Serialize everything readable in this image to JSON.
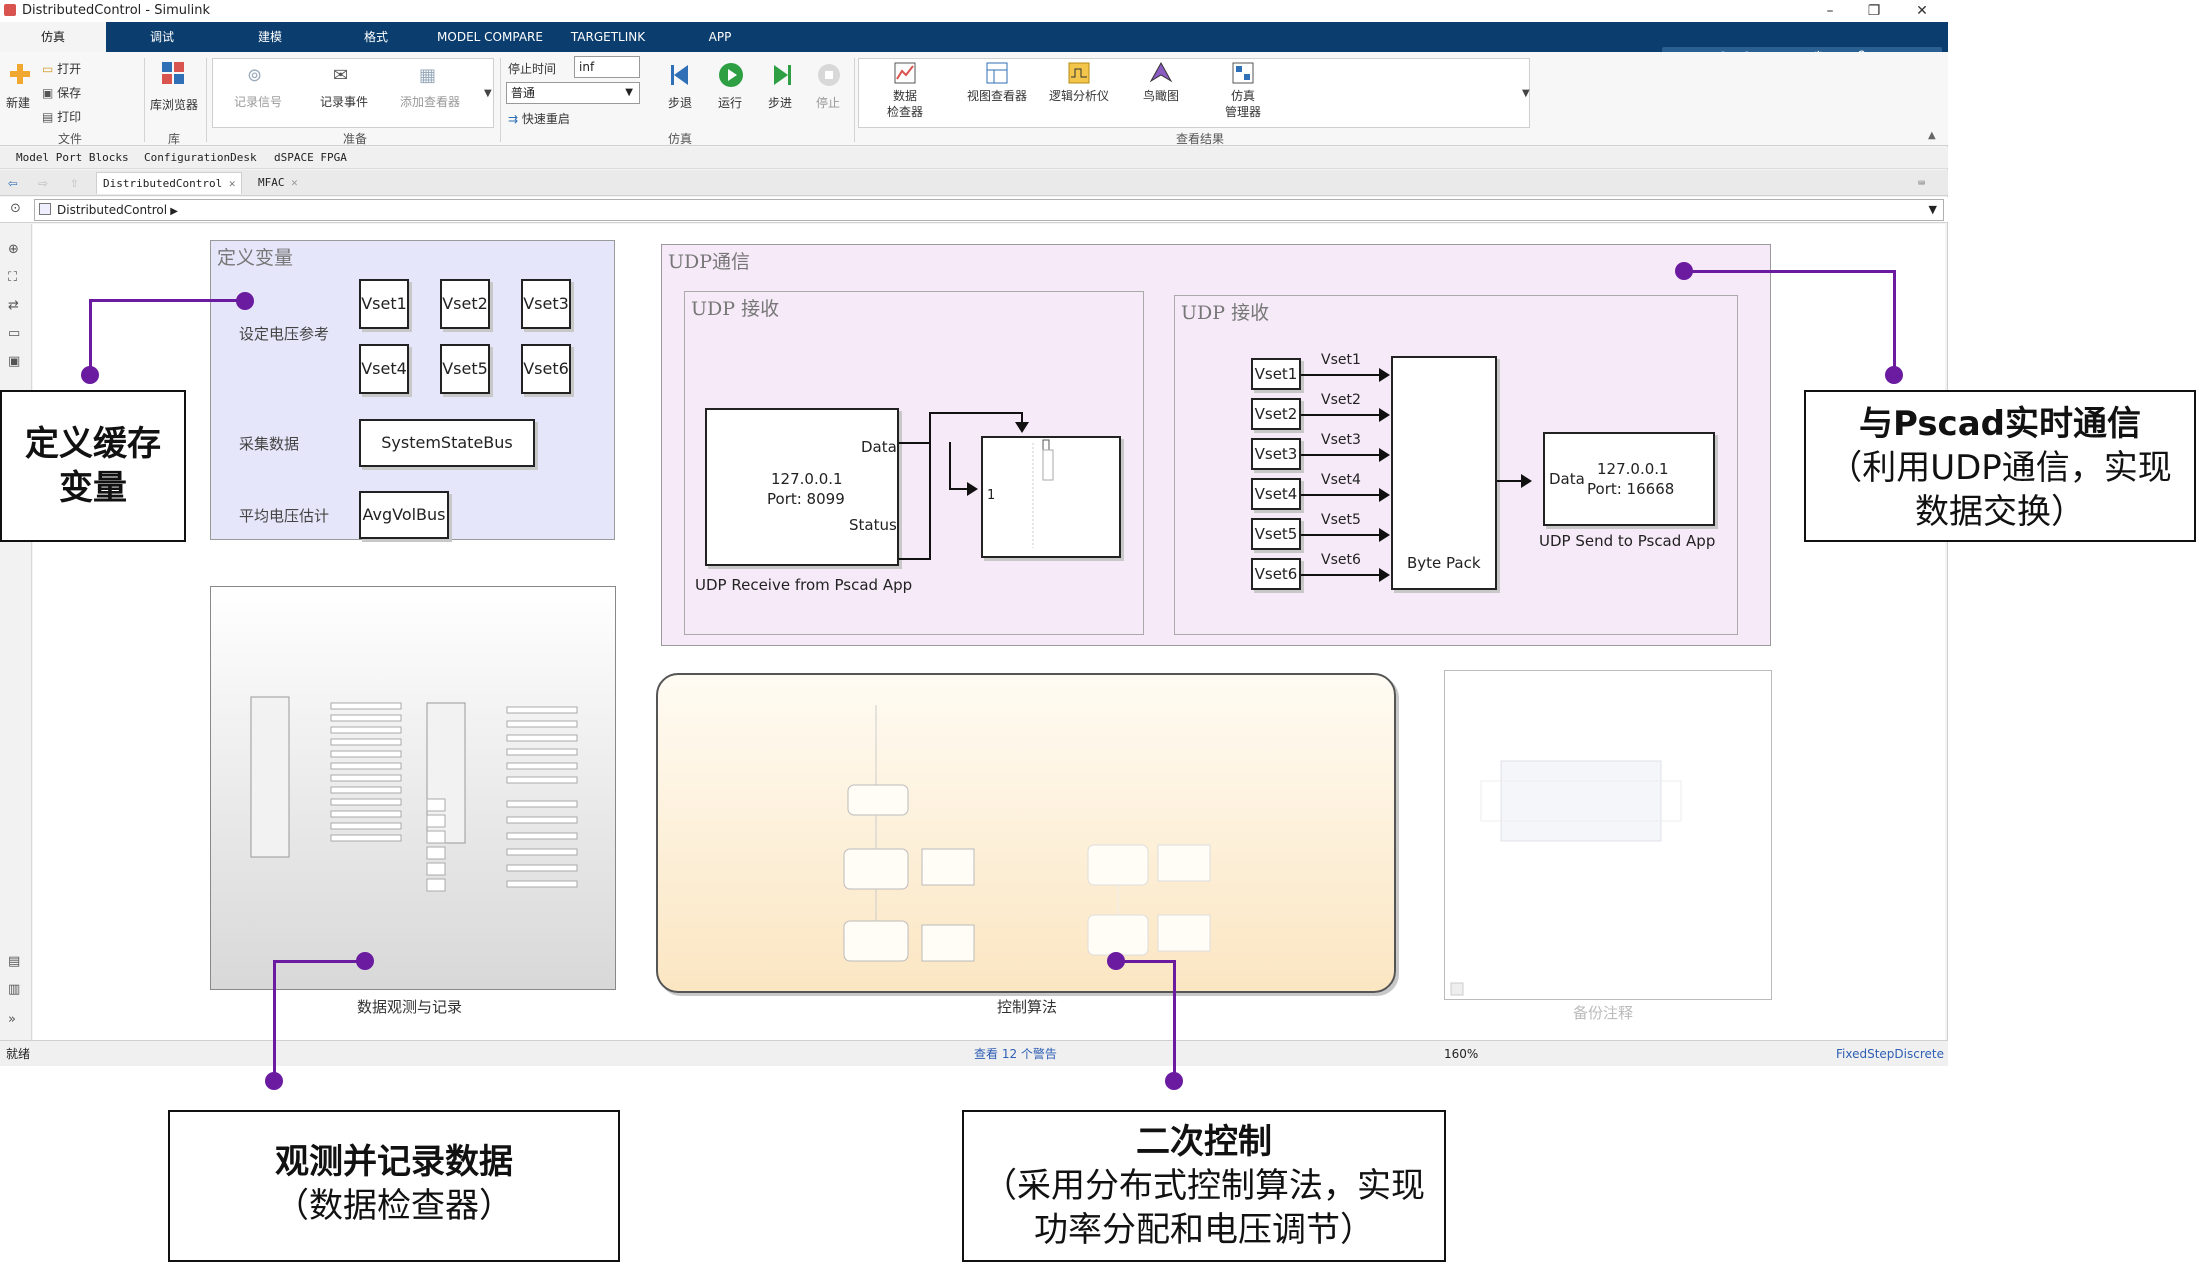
{
  "window": {
    "title": "DistributedControl - Simulink",
    "min_glyph": "–",
    "restore_glyph": "❐",
    "close_glyph": "✕"
  },
  "menu": {
    "tabs": [
      "仿真",
      "调试",
      "建模",
      "格式",
      "MODEL COMPARE",
      "TARGETLINK",
      "APP"
    ]
  },
  "ribbon": {
    "file": {
      "new": "新建",
      "open": "打开",
      "save": "保存",
      "print": "打印",
      "section": "文件"
    },
    "library": {
      "browser": "库浏览器",
      "section": "库"
    },
    "prepare": {
      "record_signal": "记录信号",
      "record_event": "记录事件",
      "add_viewer": "添加查看器",
      "section": "准备"
    },
    "sim": {
      "stop_time_label": "停止时间",
      "stop_time_value": "inf",
      "mode_value": "普通",
      "fast_restart": "快速重启",
      "step_back": "步退",
      "run": "运行",
      "step_forward": "步进",
      "stop": "停止",
      "section": "仿真"
    },
    "review": {
      "data_inspector_1": "数据",
      "data_inspector_2": "检查器",
      "viewer_manager": "视图查看器",
      "logic_analyzer": "逻辑分析仪",
      "bird_view": "鸟瞰图",
      "sim_manager_1": "仿真",
      "sim_manager_2": "管理器",
      "section": "查看结果"
    }
  },
  "library_tabs": [
    "Model Port Blocks",
    "ConfigurationDesk",
    "dSPACE FPGA"
  ],
  "doc_tabs": [
    "DistributedControl",
    "MFAC"
  ],
  "breadcrumb": "DistributedControl",
  "diagram": {
    "define_vars": {
      "title": "定义变量",
      "vset_label": "设定电压参考",
      "vsets": [
        "Vset1",
        "Vset2",
        "Vset3",
        "Vset4",
        "Vset5",
        "Vset6"
      ],
      "collect_label": "采集数据",
      "bus_name": "SystemStateBus",
      "avg_label": "平均电压估计",
      "avg_bus": "AvgVolBus"
    },
    "udp": {
      "title": "UDP通信",
      "rx1": {
        "title": "UDP 接收",
        "ip": "127.0.0.1",
        "port": "Port: 8099",
        "data_port": "Data",
        "status_port": "Status",
        "scope_in": "1",
        "block_name": "UDP Receive from Pscad App"
      },
      "rx2": {
        "title": "UDP 接收",
        "vsets": [
          "Vset1",
          "Vset2",
          "Vset3",
          "Vset4",
          "Vset5",
          "Vset6"
        ],
        "pack_name": "Byte Pack",
        "send_ip": "127.0.0.1",
        "send_port": "Port: 16668",
        "send_data": "Data",
        "send_name": "UDP Send to Pscad App"
      }
    },
    "subsystems": {
      "data_record": "数据观测与记录",
      "control_alg": "控制算法",
      "backup_note": "备份注释"
    }
  },
  "status": {
    "ready": "就绪",
    "warnings": "查看 12 个警告",
    "zoom": "160%",
    "solver": "FixedStepDiscrete"
  },
  "annotations": {
    "cache_vars": {
      "line1": "定义缓存",
      "line2": "变量"
    },
    "pscad": {
      "line1": "与Pscad实时通信",
      "line2": "（利用UDP通信，实现",
      "line3": "数据交换）"
    },
    "record": {
      "line1": "观测并记录数据",
      "line2": "（数据检查器）"
    },
    "secondary": {
      "line1": "二次控制",
      "line2": "（采用分布式控制算法，实现",
      "line3": "功率分配和电压调节）"
    }
  },
  "colors": {
    "menubar": "#0b3e6e",
    "annotation_line": "#6a1ba0",
    "define_area": "#e6e6fa",
    "udp_area": "#f6eaf8",
    "control_area": "#fdf1dc"
  }
}
